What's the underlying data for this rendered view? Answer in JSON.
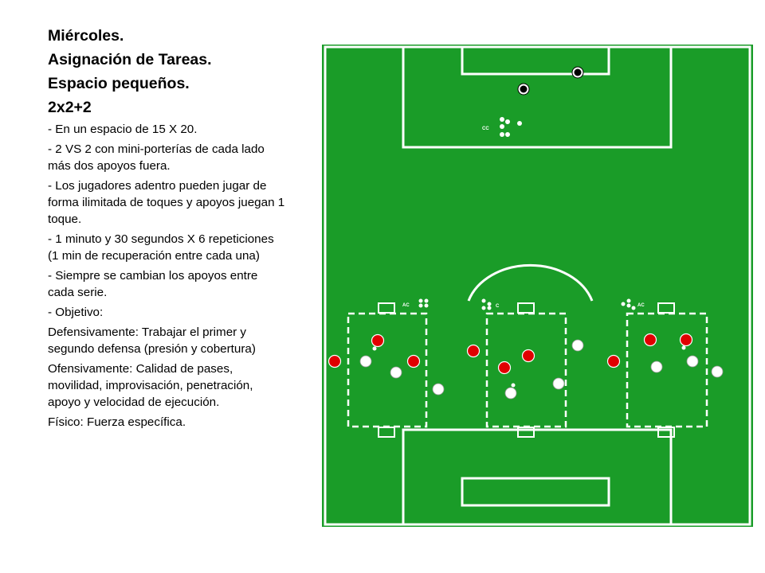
{
  "title_lines": [
    "Miércoles.",
    "Asignación de Tareas.",
    "Espacio pequeños.",
    "2x2+2"
  ],
  "paragraphs": [
    "- En un espacio de 15 X 20.",
    "- 2 VS 2 con mini-porterías de cada lado más dos apoyos fuera.",
    "- Los jugadores adentro pueden jugar de forma ilimitada de toques y apoyos juegan 1 toque.",
    "- 1 minuto y 30 segundos X 6 repeticiones (1 min de recuperación entre cada una)",
    "- Siempre se cambian los apoyos entre cada serie.",
    "- Objetivo:",
    "Defensivamente: Trabajar el primer y segundo defensa (presión y cobertura)",
    "Ofensivamente: Calidad de pases, movilidad, improvisación, penetración, apoyo y velocidad de ejecución.",
    "Físico: Fuerza específica."
  ],
  "diagram": {
    "labels": {
      "top_marker": "CC",
      "left_marker": "AC",
      "center_marker": "C",
      "right_marker": "AC"
    },
    "colors": {
      "field": "#1a9c28",
      "lines": "#ffffff",
      "team_red": "#e00000",
      "team_white": "#ffffff"
    }
  }
}
